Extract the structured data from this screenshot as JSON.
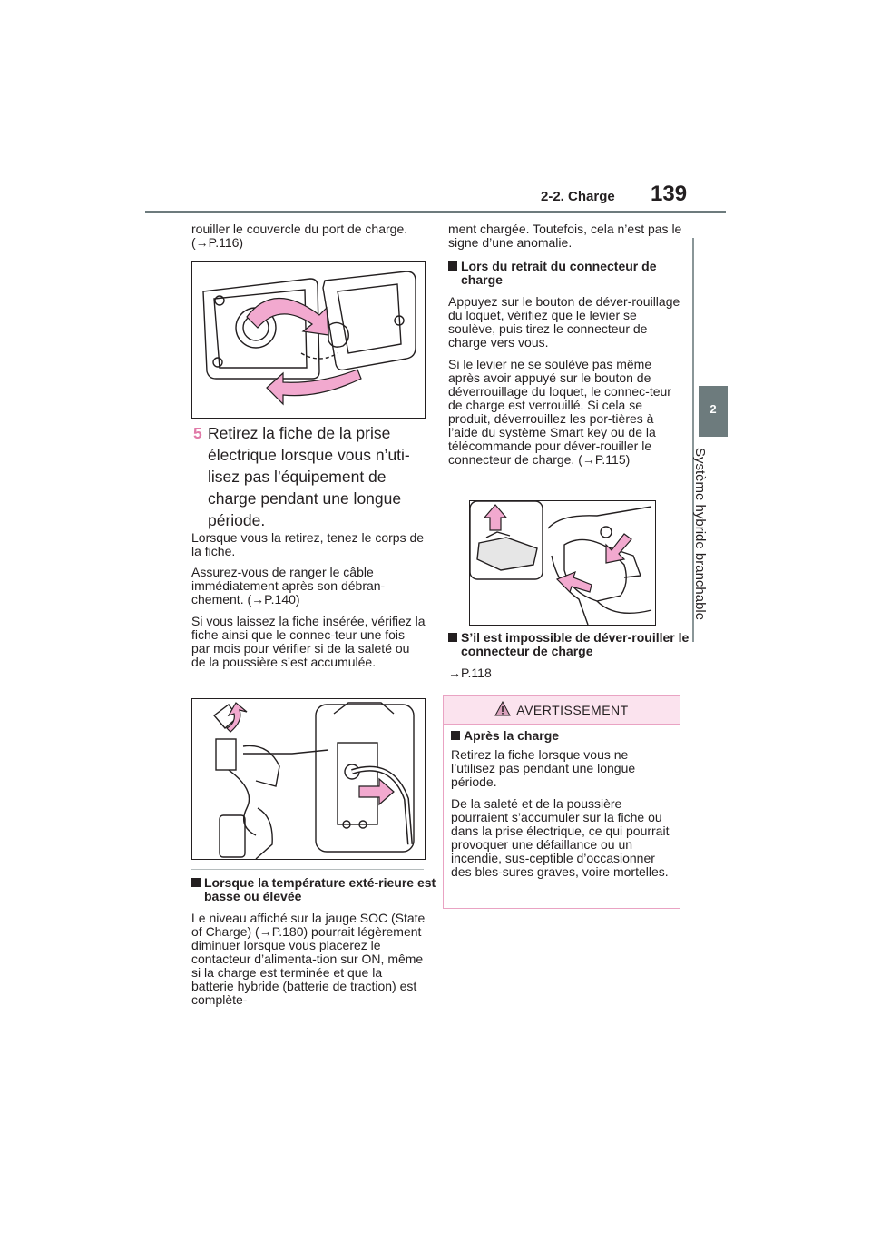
{
  "header": {
    "section": "2-2. Charge",
    "page_number": "139"
  },
  "side_tab": {
    "number": "2",
    "title": "Système hybride branchable"
  },
  "col1": {
    "intro": "rouiller le couvercle du port de charge. (→P.116)",
    "step_number": "5",
    "step_text": "Retirez la fiche de la prise électrique lorsque vous n’uti-lisez pas l’équipement de charge pendant une longue période.",
    "p1": "Lorsque vous la retirez, tenez le corps de la fiche.",
    "p2": "Assurez-vous de ranger le câble immédiatement après son débran-chement. (→P.140)",
    "p3": "Si vous laissez la fiche insérée, vérifiez la fiche ainsi que le connec-teur une fois par mois pour vérifier si de la saleté ou de la poussière s’est accumulée.",
    "low_temp_heading": "Lorsque la température exté-rieure est basse ou élevée",
    "low_temp_text": "Le niveau affiché sur la jauge SOC (State of Charge) (→P.180) pourrait légèrement diminuer lorsque vous placerez le contacteur d’alimenta-tion sur ON, même si la charge est terminée et que la batterie hybride (batterie de traction) est complète-"
  },
  "col2": {
    "continued": "ment chargée. Toutefois, cela n’est pas le signe d’une anomalie.",
    "remove_heading": "Lors du retrait du connecteur de charge",
    "remove_p1": "Appuyez sur le bouton de déver-rouillage du loquet, vérifiez que le levier se soulève, puis tirez le connecteur de charge vers vous.",
    "remove_p2": "Si le levier ne se soulève pas même après avoir appuyé sur le bouton de déverrouillage du loquet, le connec-teur de charge est verrouillé. Si cela se produit, déverrouillez les por-tières à l’aide du système Smart key ou de la télécommande pour déver-rouiller le connecteur de charge. (→P.115)",
    "unlock_heading": "S’il est impossible de déver-rouiller le connecteur de charge",
    "unlock_ref": "→P.118"
  },
  "warning": {
    "title": "AVERTISSEMENT",
    "heading": "Après la charge",
    "p1": "Retirez la fiche lorsque vous ne l’utilisez pas pendant une longue période.",
    "p2": "De la saleté et de la poussière pourraient s’accumuler sur la fiche ou dans la prise électrique, ce qui pourrait provoquer une défaillance ou un incendie, sus-ceptible d’occasionner des bles-sures graves, voire mortelles."
  },
  "colors": {
    "accent_pink": "#e07aa8",
    "arrow_fill": "#f2a9cf",
    "header_gray": "#6d7b7d",
    "warning_bg": "#fbe3ee"
  }
}
